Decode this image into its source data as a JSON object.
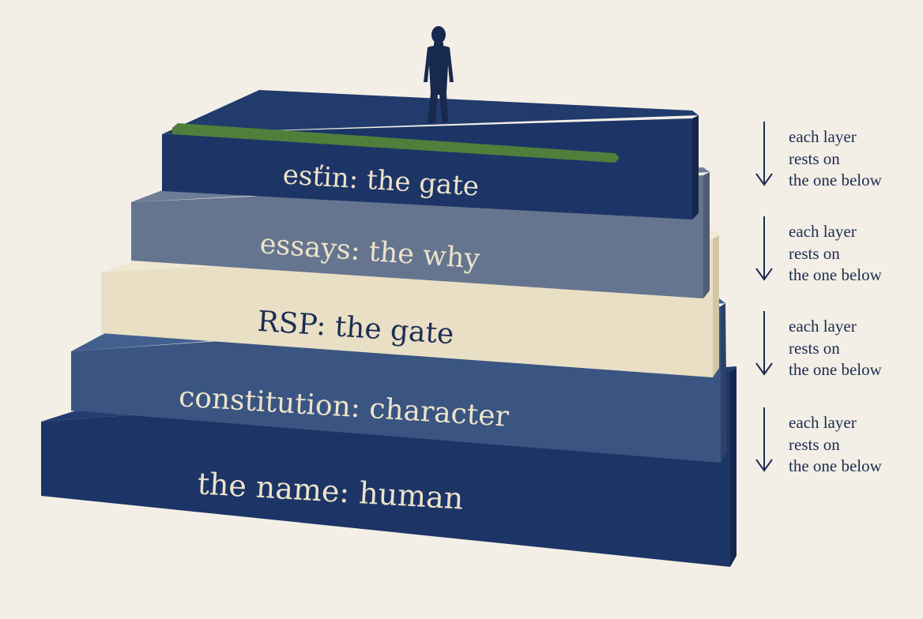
{
  "layers": [
    {
      "label": "esťin: the gate",
      "front": "#1d3566",
      "top": "#223b6d",
      "side": "#15264a",
      "text": "#ede3ca"
    },
    {
      "label": "essays: the why",
      "front": "#66758f",
      "top": "#6e7d96",
      "side": "#4f5c73",
      "text": "#ede3ca"
    },
    {
      "label": "RSP: the gate",
      "front": "#e9dfc5",
      "top": "#efe7cf",
      "side": "#d2c6a6",
      "text": "#1c2d52"
    },
    {
      "label": "constitution: character",
      "front": "#3a5582",
      "top": "#41608e",
      "side": "#2c4268",
      "text": "#ede3ca"
    },
    {
      "label": "the name: human",
      "front": "#1d3566",
      "top": "#233d70",
      "side": "#152750",
      "text": "#ede3ca"
    }
  ],
  "annotations": [
    {
      "lines": [
        "each layer",
        "rests on",
        "the one below"
      ]
    },
    {
      "lines": [
        "each layer",
        "rests on",
        "the one below"
      ]
    },
    {
      "lines": [
        "each layer",
        "rests on",
        "the one below"
      ]
    },
    {
      "lines": [
        "each layer",
        "rests on",
        "the one below"
      ]
    }
  ],
  "colors": {
    "background": "#f3efe6",
    "accent_stripe": "#4f7f3b",
    "figure": "#17294d",
    "arrow": "#1c2d52"
  },
  "icons": {
    "figure": "person-silhouette-icon",
    "arrow": "arrow-down-icon"
  }
}
